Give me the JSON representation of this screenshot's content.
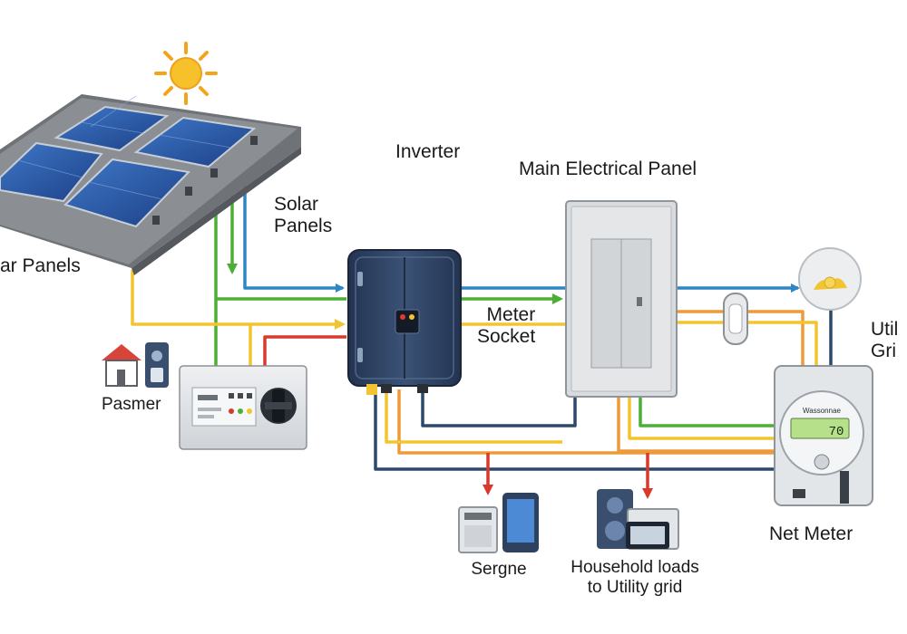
{
  "labels": {
    "solar_panels_left": "ar Panels",
    "solar_panels": "Solar\nPanels",
    "inverter": "Inverter",
    "main_panel": "Main Electrical Panel",
    "meter_socket": "Meter\nSocket",
    "utility_grid": "Util\nGri",
    "pasmer": "Pasmer",
    "net_meter": "Net Meter",
    "sergne": "Sergne",
    "household": "Household loads\nto Utility grid"
  },
  "net_meter": {
    "brand": "Wassonnae",
    "reading": "70"
  },
  "colors": {
    "green": "#4caf35",
    "blue": "#2f86c4",
    "yellow": "#f2c530",
    "orange": "#ef9a3a",
    "red": "#d8392b",
    "navy": "#2b4968",
    "inverter_body": "#2e415f",
    "panel_gray": "#d9dcdf"
  }
}
